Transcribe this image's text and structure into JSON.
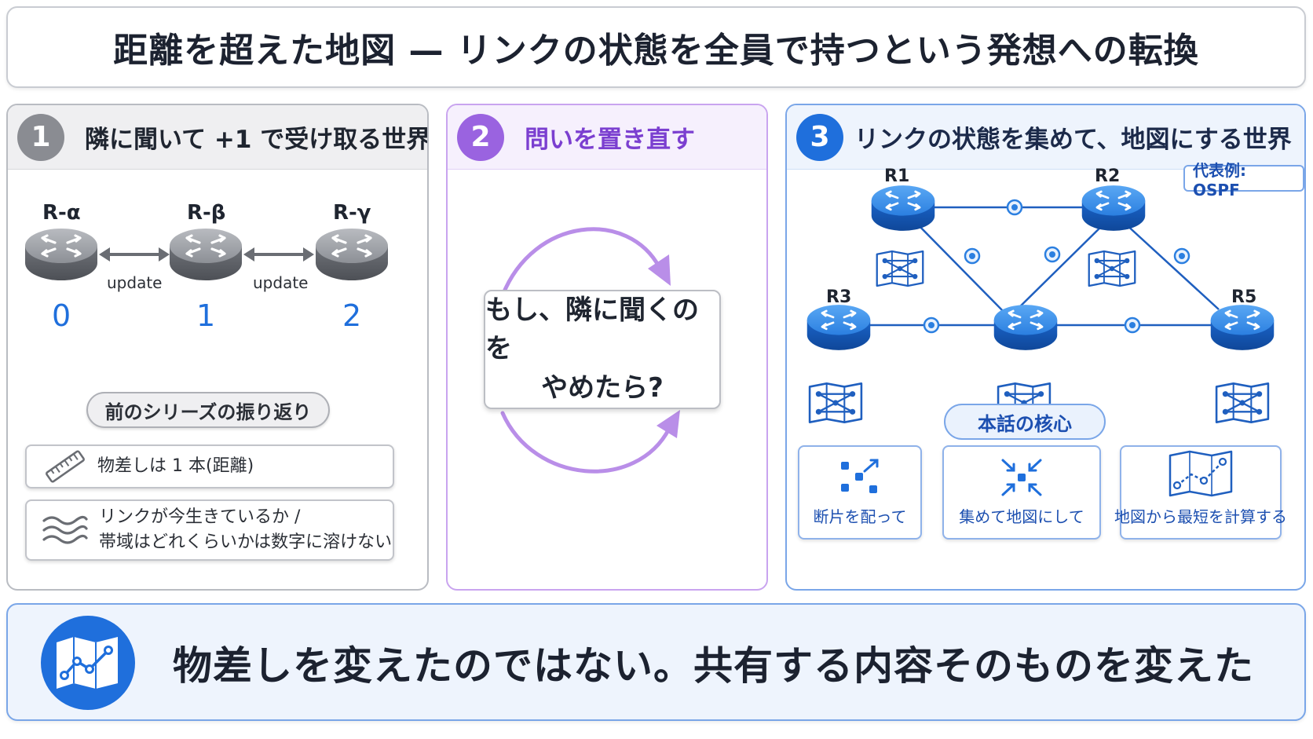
{
  "title": "距離を超えた地図 — リンクの状態を全員で持つという発想への転換",
  "panel1": {
    "number": "1",
    "title": "隣に聞いて +1 で受け取る世界",
    "routers": [
      "R-α",
      "R-β",
      "R-γ"
    ],
    "update_labels": [
      "update",
      "update"
    ],
    "hop_counts": [
      "0",
      "1",
      "2"
    ],
    "recap_label": "前のシリーズの振り返り",
    "items": [
      {
        "icon": "ruler-icon",
        "lines": [
          "物差しは 1 本(距離)"
        ]
      },
      {
        "icon": "wave-icon",
        "lines": [
          "リンクが今生きているか /",
          "帯域はどれくらいかは数字に溶けない"
        ]
      }
    ]
  },
  "panel2": {
    "number": "2",
    "title": "問いを置き直す",
    "question_lines": [
      "もし、隣に聞くのを",
      "やめたら?"
    ]
  },
  "panel3": {
    "number": "3",
    "title": "リンクの状態を集めて、地図にする世界",
    "example_tag": "代表例: OSPF",
    "routers": [
      "R1",
      "R2",
      "R3",
      "R5"
    ],
    "core_label": "本話の核心",
    "cards": [
      {
        "icon": "scatter-icon",
        "label": "断片を配って"
      },
      {
        "icon": "gather-icon",
        "label": "集めて地図にして"
      },
      {
        "icon": "map-route-icon",
        "label": "地図から最短を計算する"
      }
    ]
  },
  "colors": {
    "accent_blue": "#1f6fdc",
    "accent_purple": "#9a63e0",
    "gray": "#8a8c92"
  },
  "bottom": {
    "icon": "map-icon",
    "message": "物差しを変えたのではない。共有する内容そのものを変えた"
  }
}
